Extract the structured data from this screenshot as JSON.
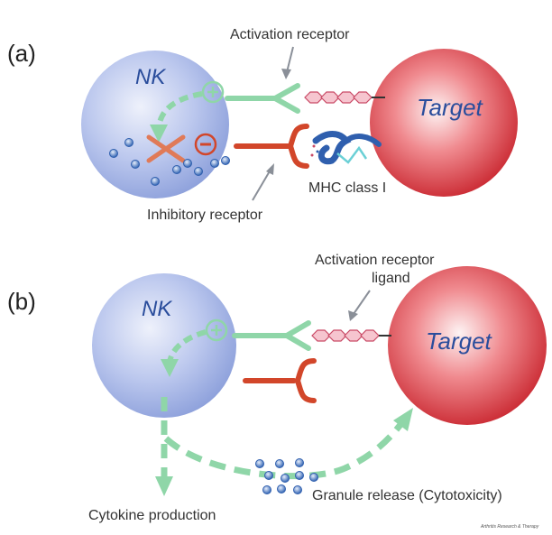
{
  "panel_a": {
    "panel_label": "(a)",
    "nk_label": "NK",
    "target_label": "Target",
    "activation_receptor": "Activation receptor",
    "inhibitory_receptor": "Inhibitory receptor",
    "mhc": "MHC class I"
  },
  "panel_b": {
    "panel_label": "(b)",
    "nk_label": "NK",
    "target_label": "Target",
    "activation_ligand_line1": "Activation receptor",
    "activation_ligand_line2": "ligand",
    "cytokine": "Cytokine production",
    "granule": "Granule release (Cytotoxicity)"
  },
  "credit": "Arthritis Research & Therapy",
  "colors": {
    "nk_cell": "#a9b8e6",
    "target_cell": "#d9333f",
    "activation": "#8fd6a8",
    "inhibitory": "#d2462a",
    "mhc": "#2f5fae",
    "ligand": "#e9a0b0",
    "granule": "#5a86c9"
  }
}
